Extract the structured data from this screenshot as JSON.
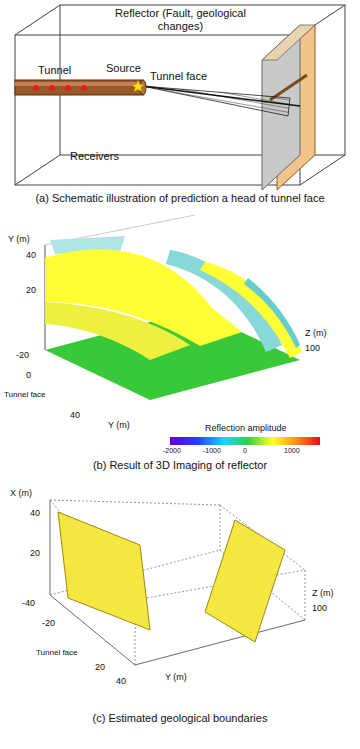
{
  "diagram": {
    "labels": [
      "Reflector (Fault, geological changes)",
      "Tunnel",
      "Source",
      "Tunnel face",
      "Receivers",
      "(a) Schematic illustration of prediction a head of tunnel face",
      "Y (m)",
      "40",
      "20",
      "Z (m)",
      "100",
      "-20",
      "0",
      "Tunnel face",
      "40",
      "Y (m)",
      "Reflection amplitude",
      "-2000",
      "-1000",
      "0",
      "1000",
      "(b) Result of 3D Imaging of reflector",
      "X (m)",
      "40",
      "20",
      "Z (m)",
      "100",
      "-40",
      "-20",
      "Tunnel face",
      "20",
      "40",
      "Y (m)",
      "(c) Estimated geological boundaries"
    ]
  }
}
